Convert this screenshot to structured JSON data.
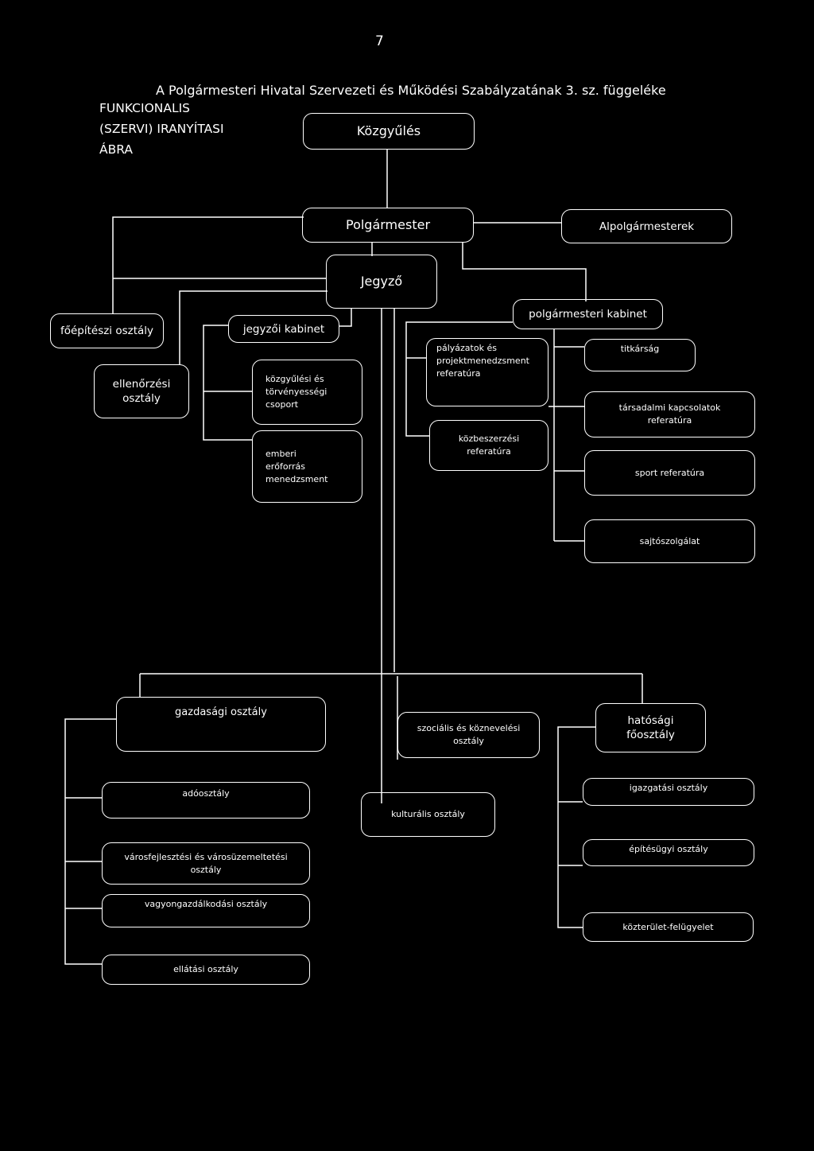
{
  "page_number": "7",
  "document_title": "A Polgármesteri Hivatal Szervezeti és Működési Szabályzatának 3. sz. függeléke",
  "diagram_title": "FUNKCIONALIS\n(SZERVI) IRANYÍTASI\nÁBRA",
  "nodes": {
    "kozgyules": "Közgyűlés",
    "polgarmester": "Polgármester",
    "alpolgarmesterek": "Alpolgármesterek",
    "jegyzo": "Jegyző",
    "foepiteszi": "főépítészi osztály",
    "ellenorzesi": "ellenőrzési\nosztály",
    "jegyzoi_kabinet": "jegyzői kabinet",
    "kozgyulesi_torvenyessegi": "közgyűlési és\ntörvényességi\ncsoport",
    "emberi_eroforras": "emberi\nerőforrás\nmenedzsment",
    "polgarmesteri_kabinet": "polgármesteri kabinet",
    "palyazatok": "pályázatok és\nprojektmenedzsment\nreferatúra",
    "kozbeszerzesi": "közbeszerzési\nreferatúra",
    "titkarsag": "titkárság",
    "tarsadalmi": "társadalmi kapcsolatok\nreferatúra",
    "sport": "sport referatúra",
    "sajtoszolgalat": "sajtószolgálat",
    "gazdasagi": "gazdasági osztály",
    "szocialis": "szociális és köznevelési\nosztály",
    "hatosagi": "hatósági\nfőosztály",
    "adoosztaly": "adóosztály",
    "kulturalis": "kulturális osztály",
    "igazgatasi": "igazgatási osztály",
    "varosfejlesztesi": "városfejlesztési  és városüzemeltetési\nosztály",
    "epitesugyi": "építésügyi osztály",
    "vagyongazdalkodasi": "vagyongazdálkodási osztály",
    "kozterulet": "közterület-felügyelet",
    "ellatasi": "ellátási osztály"
  }
}
